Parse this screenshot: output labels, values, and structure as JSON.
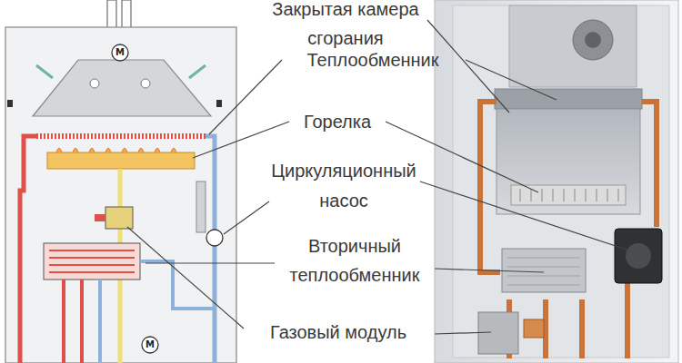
{
  "diagram": {
    "labels": [
      "Закрытая камера сгорания",
      "M",
      "Теплообменник",
      "Горелка",
      "Циркуляционный насос",
      "Вторичный теплообменник",
      "Газовый модуль",
      "M"
    ]
  }
}
